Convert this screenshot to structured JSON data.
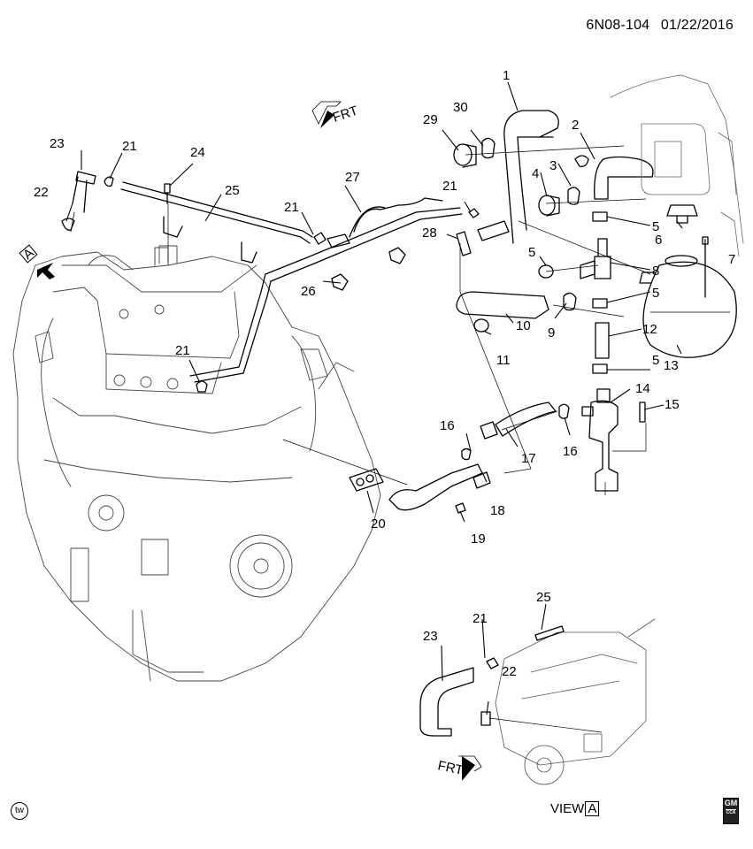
{
  "header": {
    "diagram_id": "6N08-104",
    "date": "01/22/2016"
  },
  "footer": {
    "tw_mark": "tw",
    "view_label": "VIEW",
    "view_letter": "A",
    "logo_text": "GM",
    "logo_sub": "CCA"
  },
  "direction_labels": {
    "front_top": "FRT",
    "front_bottom": "FRT",
    "view_marker": "A"
  },
  "callouts": {
    "c1": "1",
    "c2": "2",
    "c3": "3",
    "c4": "4",
    "c5a": "5",
    "c5b": "5",
    "c5c": "5",
    "c5d": "5",
    "c6": "6",
    "c7": "7",
    "c8": "8",
    "c9": "9",
    "c10": "10",
    "c11": "11",
    "c12": "12",
    "c13": "13",
    "c14": "14",
    "c15": "15",
    "c16a": "16",
    "c16b": "16",
    "c17": "17",
    "c18": "18",
    "c19": "19",
    "c20": "20",
    "c21a": "21",
    "c21b": "21",
    "c21c": "21",
    "c21d": "21",
    "c22": "22",
    "c23": "23",
    "c24": "24",
    "c25": "25",
    "c26": "26",
    "c27": "27",
    "c28": "28",
    "c29": "29",
    "c30": "30",
    "v21": "21",
    "v22": "22",
    "v23": "23",
    "v25": "25"
  }
}
